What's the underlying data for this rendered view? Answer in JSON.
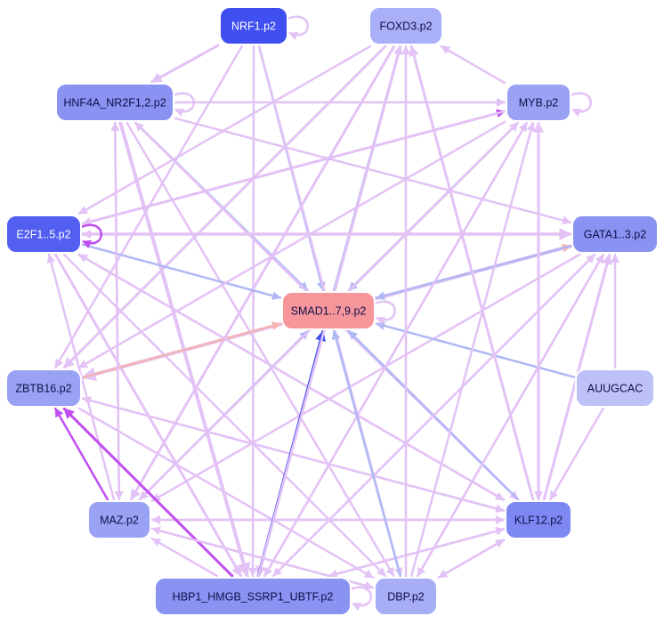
{
  "nodes": [
    {
      "id": "nrf1",
      "label": "NRF1.p2",
      "fill": "#3f4ff0",
      "text": "#ffffff"
    },
    {
      "id": "foxd3",
      "label": "FOXD3.p2",
      "fill": "#aab0f7",
      "text": "#10104a"
    },
    {
      "id": "hnf4a",
      "label": "HNF4A_NR2F1,2.p2",
      "fill": "#8a93f2",
      "text": "#10104a"
    },
    {
      "id": "myb",
      "label": "MYB.p2",
      "fill": "#9aa2f4",
      "text": "#10104a"
    },
    {
      "id": "e2f1",
      "label": "E2F1..5.p2",
      "fill": "#525ff0",
      "text": "#ffffff"
    },
    {
      "id": "gata1",
      "label": "GATA1..3.p2",
      "fill": "#8a93f2",
      "text": "#10104a"
    },
    {
      "id": "smad",
      "label": "SMAD1..7,9.p2",
      "fill": "#f6969a",
      "text": "#10104a"
    },
    {
      "id": "zbtb16",
      "label": "ZBTB16.p2",
      "fill": "#9aa2f4",
      "text": "#10104a"
    },
    {
      "id": "auugcac",
      "label": "AUUGCAC",
      "fill": "#bdc1f8",
      "text": "#10104a"
    },
    {
      "id": "maz",
      "label": "MAZ.p2",
      "fill": "#9aa2f4",
      "text": "#10104a"
    },
    {
      "id": "klf12",
      "label": "KLF12.p2",
      "fill": "#7e88f2",
      "text": "#10104a"
    },
    {
      "id": "hbp1",
      "label": "HBP1_HMGB_SSRP1_UBTF.p2",
      "fill": "#8a93f2",
      "text": "#10104a"
    },
    {
      "id": "dbp",
      "label": "DBP.p2",
      "fill": "#a8aef6",
      "text": "#10104a"
    }
  ],
  "colors": {
    "pink": "#e3c2f5",
    "purple": "#c04ef0",
    "blue": "#b0b8f5",
    "darkblue": "#3f4ff0",
    "salmon": "#f5b4b4"
  },
  "edges": [
    {
      "from": "nrf1",
      "to": "hnf4a",
      "color": "pink",
      "w": 3
    },
    {
      "from": "nrf1",
      "to": "smad",
      "color": "blue",
      "w": 2.5
    },
    {
      "from": "nrf1",
      "to": "hbp1",
      "color": "pink",
      "w": 2.5
    },
    {
      "from": "nrf1",
      "to": "zbtb16",
      "color": "pink",
      "w": 2.5
    },
    {
      "from": "nrf1",
      "to": "dbp",
      "color": "pink",
      "w": 2.5
    },
    {
      "from": "foxd3",
      "to": "e2f1",
      "color": "pink",
      "w": 2.5
    },
    {
      "from": "foxd3",
      "to": "maz",
      "color": "pink",
      "w": 3
    },
    {
      "from": "foxd3",
      "to": "hbp1",
      "color": "pink",
      "w": 3
    },
    {
      "from": "foxd3",
      "to": "zbtb16",
      "color": "pink",
      "w": 3
    },
    {
      "from": "smad",
      "to": "foxd3",
      "color": "salmon",
      "w": 2.5
    },
    {
      "from": "smad",
      "to": "foxd3",
      "color": "blue",
      "w": 2.5
    },
    {
      "from": "hnf4a",
      "to": "myb",
      "color": "pink",
      "w": 2.5
    },
    {
      "from": "hnf4a",
      "to": "smad",
      "color": "blue",
      "w": 2.5
    },
    {
      "from": "hnf4a",
      "to": "hbp1",
      "color": "pink",
      "w": 4
    },
    {
      "from": "hnf4a",
      "to": "klf12",
      "color": "pink",
      "w": 2.5
    },
    {
      "from": "hnf4a",
      "to": "gata1",
      "color": "pink",
      "w": 2.5
    },
    {
      "from": "hnf4a",
      "to": "dbp",
      "color": "pink",
      "w": 2.5
    },
    {
      "from": "hnf4a",
      "to": "maz",
      "color": "pink",
      "w": 2.5
    },
    {
      "from": "e2f1",
      "to": "myb",
      "color": "purple",
      "w": 2.5
    },
    {
      "from": "e2f1",
      "to": "smad",
      "color": "blue",
      "w": 2.5
    },
    {
      "from": "e2f1",
      "to": "gata1",
      "color": "pink",
      "w": 3.5
    },
    {
      "from": "e2f1",
      "to": "klf12",
      "color": "pink",
      "w": 2.5
    },
    {
      "from": "e2f1",
      "to": "hbp1",
      "color": "pink",
      "w": 3
    },
    {
      "from": "e2f1",
      "to": "dbp",
      "color": "pink",
      "w": 2.5
    },
    {
      "from": "myb",
      "to": "e2f1",
      "color": "pink",
      "w": 2.5
    },
    {
      "from": "myb",
      "to": "maz",
      "color": "pink",
      "w": 2.5
    },
    {
      "from": "myb",
      "to": "hbp1",
      "color": "pink",
      "w": 2.5
    },
    {
      "from": "myb",
      "to": "zbtb16",
      "color": "pink",
      "w": 2.5
    },
    {
      "from": "myb",
      "to": "smad",
      "color": "blue",
      "w": 2.5
    },
    {
      "from": "myb",
      "to": "foxd3",
      "color": "pink",
      "w": 2.5
    },
    {
      "from": "myb",
      "to": "klf12",
      "color": "pink",
      "w": 2.5
    },
    {
      "from": "gata1",
      "to": "zbtb16",
      "color": "pink",
      "w": 4
    },
    {
      "from": "gata1",
      "to": "maz",
      "color": "pink",
      "w": 2.5
    },
    {
      "from": "gata1",
      "to": "hbp1",
      "color": "pink",
      "w": 2.5
    },
    {
      "from": "gata1",
      "to": "e2f1",
      "color": "pink",
      "w": 2.5
    },
    {
      "from": "gata1",
      "to": "dbp",
      "color": "pink",
      "w": 2.5
    },
    {
      "from": "smad",
      "to": "gata1",
      "color": "salmon",
      "w": 2.5
    },
    {
      "from": "gata1",
      "to": "smad",
      "color": "blue",
      "w": 2.5
    },
    {
      "from": "zbtb16",
      "to": "smad",
      "color": "salmon",
      "w": 2.5
    },
    {
      "from": "zbtb16",
      "to": "klf12",
      "color": "pink",
      "w": 2.5
    },
    {
      "from": "zbtb16",
      "to": "dbp",
      "color": "pink",
      "w": 2.5
    },
    {
      "from": "auugcac",
      "to": "smad",
      "color": "blue",
      "w": 2.5
    },
    {
      "from": "auugcac",
      "to": "gata1",
      "color": "pink",
      "w": 2.5
    },
    {
      "from": "auugcac",
      "to": "klf12",
      "color": "pink",
      "w": 2.5
    },
    {
      "from": "maz",
      "to": "zbtb16",
      "color": "purple",
      "w": 2.5
    },
    {
      "from": "maz",
      "to": "smad",
      "color": "blue",
      "w": 2.5
    },
    {
      "from": "maz",
      "to": "klf12",
      "color": "pink",
      "w": 2.5
    },
    {
      "from": "maz",
      "to": "myb",
      "color": "pink",
      "w": 2.5
    },
    {
      "from": "maz",
      "to": "dbp",
      "color": "pink",
      "w": 2.5
    },
    {
      "from": "maz",
      "to": "e2f1",
      "color": "pink",
      "w": 2.5
    },
    {
      "from": "maz",
      "to": "hnf4a",
      "color": "pink",
      "w": 2.5
    },
    {
      "from": "klf12",
      "to": "myb",
      "color": "pink",
      "w": 3
    },
    {
      "from": "klf12",
      "to": "gata1",
      "color": "pink",
      "w": 3
    },
    {
      "from": "klf12",
      "to": "foxd3",
      "color": "pink",
      "w": 3
    },
    {
      "from": "klf12",
      "to": "maz",
      "color": "pink",
      "w": 2.5
    },
    {
      "from": "klf12",
      "to": "zbtb16",
      "color": "pink",
      "w": 2.5
    },
    {
      "from": "klf12",
      "to": "hbp1",
      "color": "pink",
      "w": 2.5
    },
    {
      "from": "klf12",
      "to": "e2f1",
      "color": "pink",
      "w": 2.5
    },
    {
      "from": "klf12",
      "to": "hnf4a",
      "color": "pink",
      "w": 2.5
    },
    {
      "from": "klf12",
      "to": "dbp",
      "color": "pink",
      "w": 2.5
    },
    {
      "from": "klf12",
      "to": "smad",
      "color": "blue",
      "w": 2.5
    },
    {
      "from": "hbp1",
      "to": "zbtb16",
      "color": "purple",
      "w": 3
    },
    {
      "from": "hbp1",
      "to": "smad",
      "color": "darkblue",
      "w": 3
    },
    {
      "from": "hbp1",
      "to": "myb",
      "color": "pink",
      "w": 2.5
    },
    {
      "from": "hbp1",
      "to": "gata1",
      "color": "pink",
      "w": 2.5
    },
    {
      "from": "hbp1",
      "to": "foxd3",
      "color": "pink",
      "w": 2.5
    },
    {
      "from": "hbp1",
      "to": "klf12",
      "color": "pink",
      "w": 2.5
    },
    {
      "from": "hbp1",
      "to": "maz",
      "color": "pink",
      "w": 2.5
    },
    {
      "from": "dbp",
      "to": "smad",
      "color": "blue",
      "w": 2.5
    },
    {
      "from": "dbp",
      "to": "foxd3",
      "color": "pink",
      "w": 2.5
    },
    {
      "from": "dbp",
      "to": "myb",
      "color": "pink",
      "w": 2.5
    },
    {
      "from": "dbp",
      "to": "gata1",
      "color": "pink",
      "w": 2.5
    },
    {
      "from": "dbp",
      "to": "maz",
      "color": "pink",
      "w": 2.5
    },
    {
      "from": "dbp",
      "to": "klf12",
      "color": "pink",
      "w": 2.5
    }
  ],
  "self_loops": [
    {
      "node": "nrf1",
      "color": "pink",
      "w": 2.5
    },
    {
      "node": "hnf4a",
      "color": "pink",
      "w": 2.5
    },
    {
      "node": "myb",
      "color": "pink",
      "w": 2.5
    },
    {
      "node": "e2f1",
      "color": "purple",
      "w": 2.5
    },
    {
      "node": "smad",
      "color": "pink",
      "w": 2.5
    },
    {
      "node": "hbp1",
      "color": "pink",
      "w": 2.5
    }
  ]
}
